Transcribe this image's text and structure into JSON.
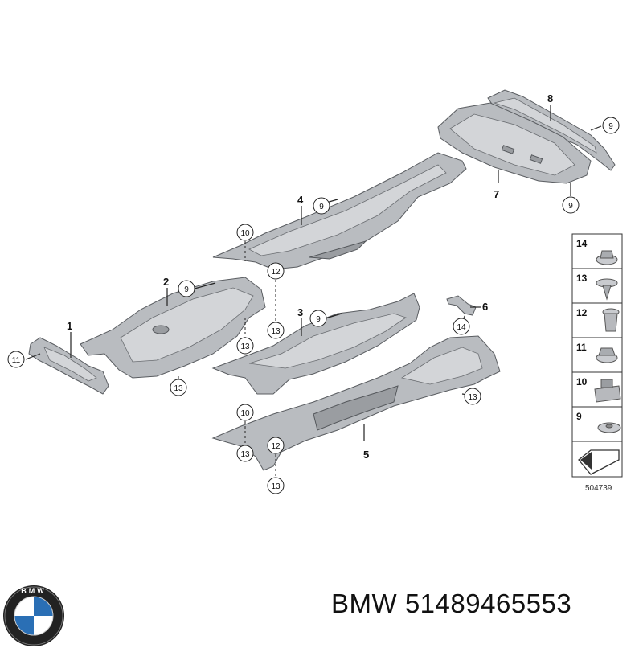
{
  "diagram": {
    "reference_number": "504739",
    "part_numbers": [
      "1",
      "2",
      "3",
      "4",
      "5",
      "6",
      "7",
      "8"
    ],
    "callouts": {
      "c11_left": "11",
      "c13_p2_a": "13",
      "c13_p2_b": "13",
      "c10_p4": "10",
      "c12_p4": "12",
      "c13_p4": "13",
      "c9_p4": "9",
      "c9_p2": "9",
      "c9_p3": "9",
      "c14_p6": "14",
      "c13_p5_right": "13",
      "c10_p5": "10",
      "c13_p5_a": "13",
      "c12_p5": "12",
      "c13_p5_b": "13",
      "c9_p7": "9",
      "c9_p8": "9"
    },
    "legend": [
      {
        "number": "14",
        "icon": "flange-nut-icon"
      },
      {
        "number": "13",
        "icon": "screw-icon"
      },
      {
        "number": "12",
        "icon": "expanding-nut-icon"
      },
      {
        "number": "11",
        "icon": "hex-nut-icon"
      },
      {
        "number": "10",
        "icon": "clip-nut-icon"
      },
      {
        "number": "9",
        "icon": "speed-nut-icon"
      }
    ]
  },
  "footer": {
    "brand": "BMW",
    "part_number": "51489465553",
    "logo_letters": "BMW"
  }
}
